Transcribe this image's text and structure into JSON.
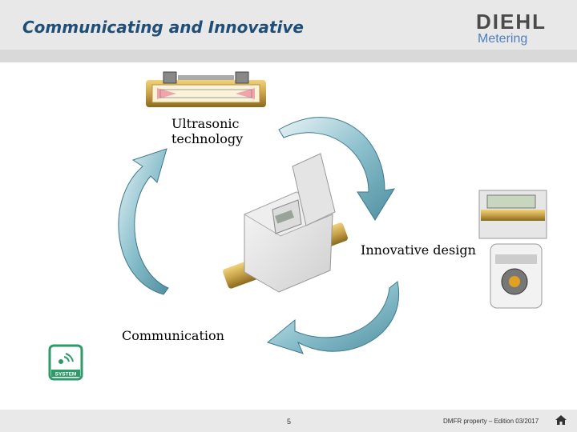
{
  "header": {
    "title": "Communicating and Innovative",
    "logo_main": "DIEHL",
    "logo_sub": "Metering"
  },
  "labels": {
    "ultrasonic": "Ultrasonic technology",
    "design": "Innovative design",
    "communication": "Communication"
  },
  "system_icon_text": "SYSTEM",
  "footer": {
    "page_number": "5",
    "text": "DMFR property – Edition 03/2017"
  },
  "colors": {
    "title": "#1f4e79",
    "arrow_fill": "#7fb6c4",
    "brass": "#c8a24a",
    "system_green": "#2e9a6a"
  },
  "icons": [
    "home-icon",
    "system-icon"
  ]
}
